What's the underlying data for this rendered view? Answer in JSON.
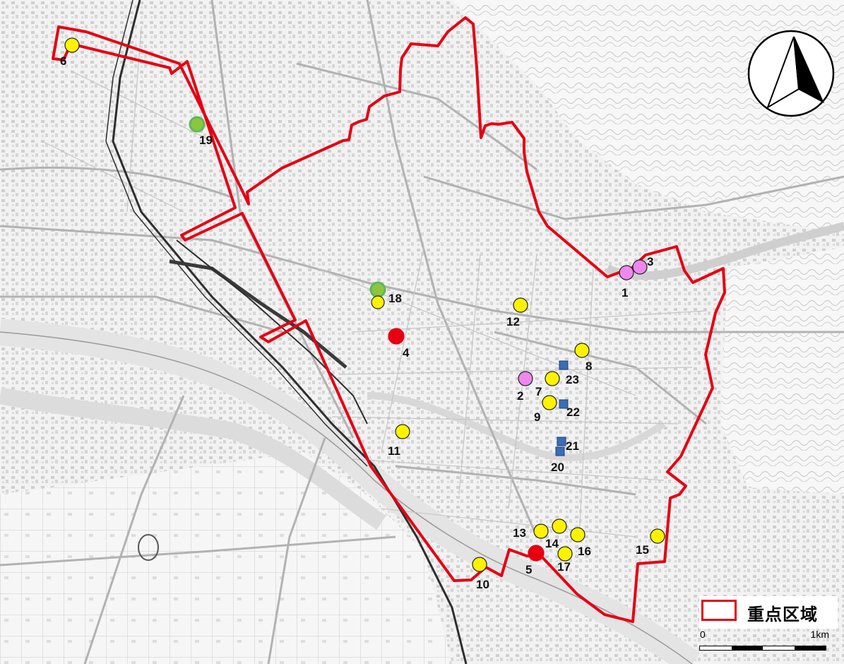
{
  "map": {
    "colors": {
      "boundary": "#e60012",
      "yellow_marker": "#fff200",
      "red_marker": "#e60012",
      "pink_marker": "#ee88ee",
      "green_marker": "#5cb85c",
      "blue_marker": "#3a6db5",
      "background": "#f4f4f4",
      "roads": "#bcbcbc",
      "rail": "#333333"
    },
    "markers": [
      {
        "label": "1",
        "kind": "pink-circle"
      },
      {
        "label": "2",
        "kind": "pink-circle"
      },
      {
        "label": "3",
        "kind": "pink-circle"
      },
      {
        "label": "4",
        "kind": "red-circle"
      },
      {
        "label": "5",
        "kind": "red-circle"
      },
      {
        "label": "6",
        "kind": "yellow-circle"
      },
      {
        "label": "7",
        "kind": "yellow-circle"
      },
      {
        "label": "8",
        "kind": "yellow-circle"
      },
      {
        "label": "9",
        "kind": "yellow-circle"
      },
      {
        "label": "10",
        "kind": "yellow-circle"
      },
      {
        "label": "11",
        "kind": "yellow-circle"
      },
      {
        "label": "12",
        "kind": "yellow-circle"
      },
      {
        "label": "13",
        "kind": "yellow-circle"
      },
      {
        "label": "14",
        "kind": "yellow-circle"
      },
      {
        "label": "15",
        "kind": "yellow-circle"
      },
      {
        "label": "16",
        "kind": "yellow-circle"
      },
      {
        "label": "17",
        "kind": "yellow-circle"
      },
      {
        "label": "18",
        "kind": "yellow-circle-with-green"
      },
      {
        "label": "19",
        "kind": "green-circle"
      },
      {
        "label": "20",
        "kind": "blue-square"
      },
      {
        "label": "21",
        "kind": "blue-square"
      },
      {
        "label": "22",
        "kind": "blue-square"
      },
      {
        "label": "23",
        "kind": "blue-square"
      }
    ]
  },
  "compass": {
    "icon": "north-arrow-icon"
  },
  "legend": {
    "label": "重点区域"
  },
  "scale": {
    "start": "0",
    "end": "1km"
  }
}
